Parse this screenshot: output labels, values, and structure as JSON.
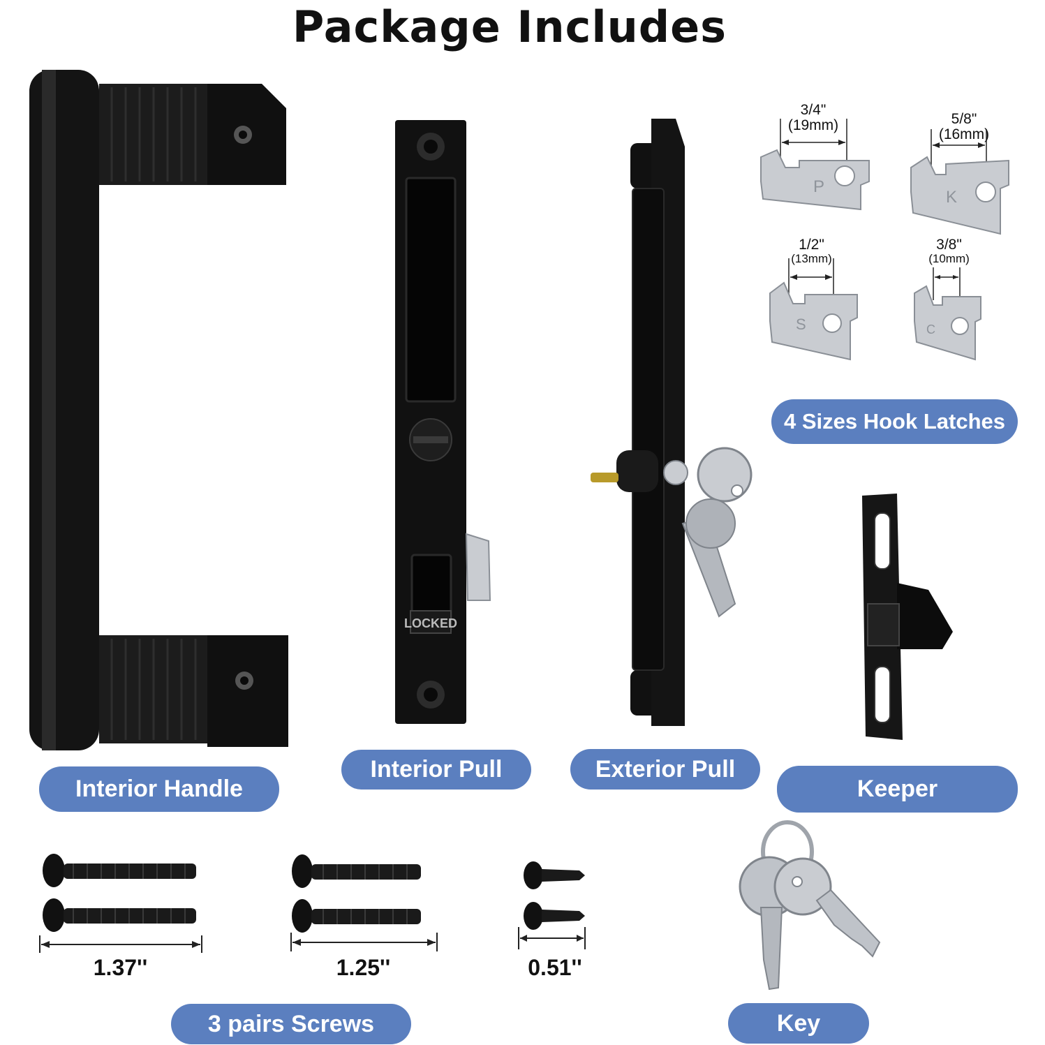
{
  "title": "Package Includes",
  "labels": {
    "interior_handle": "Interior Handle",
    "interior_pull": "Interior Pull",
    "exterior_pull": "Exterior Pull",
    "keeper": "Keeper",
    "hook_latches": "4 Sizes Hook Latches",
    "screws": "3 pairs Screws",
    "key": "Key"
  },
  "latches": [
    {
      "inch": "3/4\"",
      "mm": "(19mm)",
      "letter": "P"
    },
    {
      "inch": "5/8\"",
      "mm": "(16mm)",
      "letter": "K"
    },
    {
      "inch": "1/2\"",
      "mm": "(13mm)",
      "letter": "S"
    },
    {
      "inch": "3/8\"",
      "mm": "(10mm)",
      "letter": "C"
    }
  ],
  "screw_sizes": [
    "1.37''",
    "1.25''",
    "0.51''"
  ],
  "pull_text": {
    "lock": "LOCKED"
  },
  "colors": {
    "pill": "#5b7fbf",
    "hardware": "#111111",
    "metal": "#c9ccd1"
  }
}
